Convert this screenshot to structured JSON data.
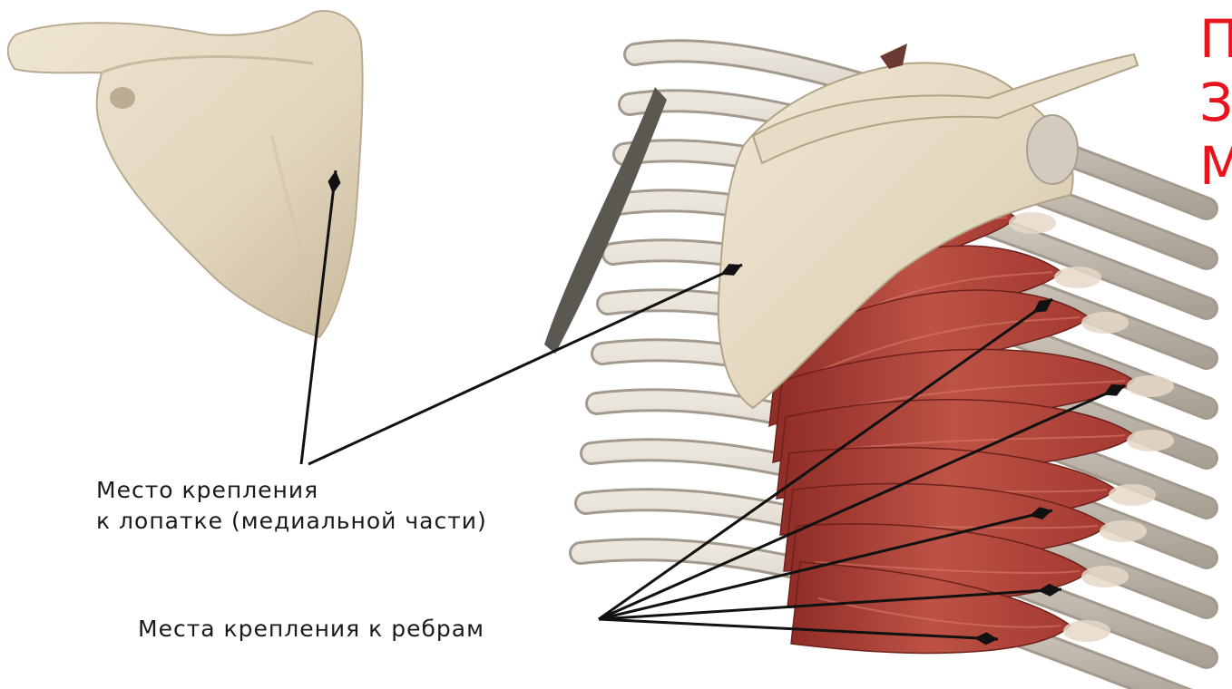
{
  "labels": {
    "scapula_line1": "Место крепления",
    "scapula_line2": "к лопатке (медиальной части)",
    "ribs": "Места крепления к ребрам"
  },
  "title_fragments": [
    "П",
    "З",
    "М"
  ],
  "colors": {
    "bone": "#e6dcc8",
    "bone_shadow": "#b9ab92",
    "rib": "#d8d2c6",
    "muscle": "#b4473c",
    "muscle_dark": "#7d2520",
    "title_red": "#e8141b",
    "pointer": "#111111"
  }
}
